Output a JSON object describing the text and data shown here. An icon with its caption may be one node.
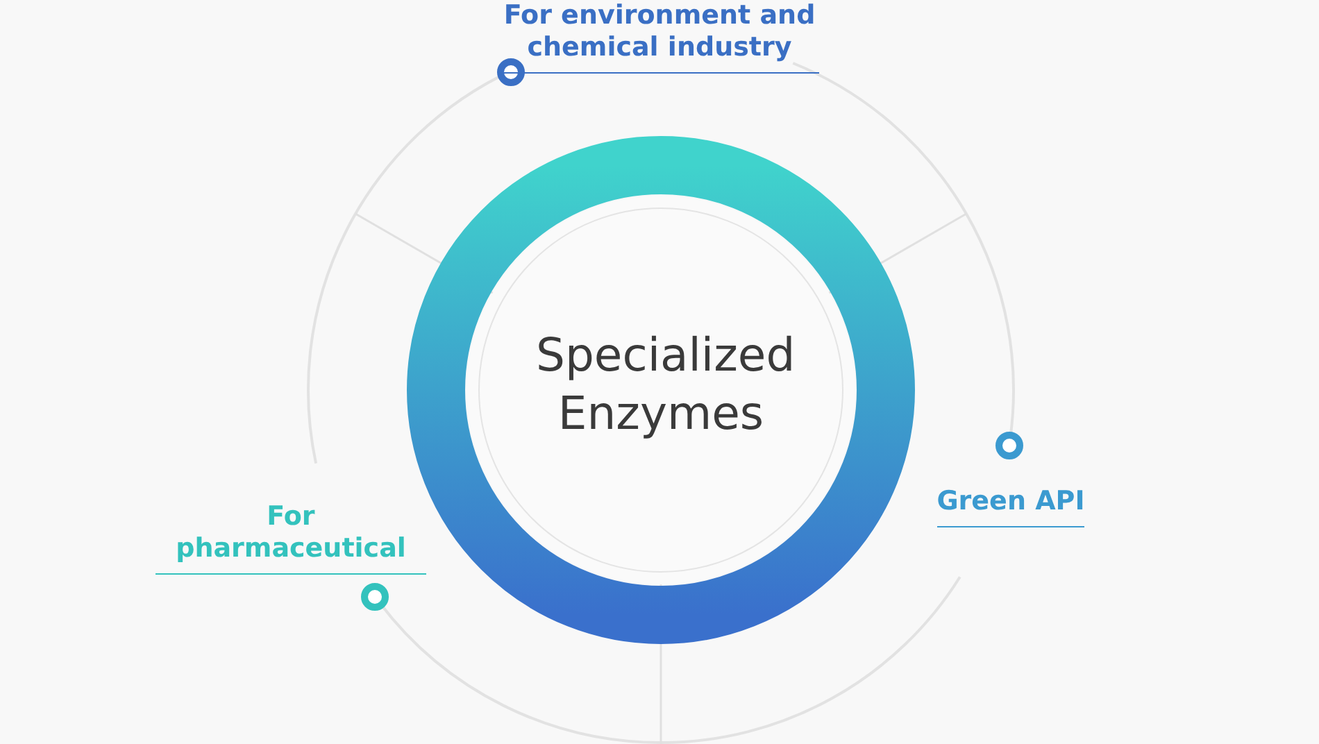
{
  "diagram": {
    "nodes": [
      {
        "text": [
          "Specialized Enzymes"
        ]
      },
      {
        "text": [
          "For environment and chemical industry"
        ]
      },
      {
        "text": [
          "Green API"
        ]
      },
      {
        "text": [
          "For pharmaceutical"
        ]
      }
    ]
  }
}
